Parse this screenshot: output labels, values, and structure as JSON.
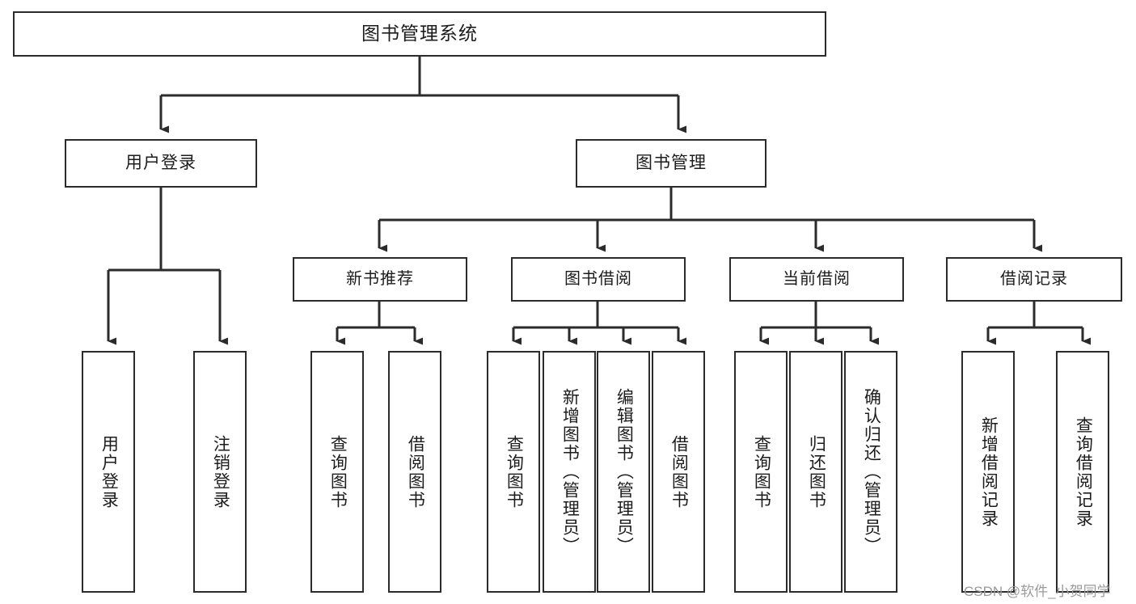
{
  "diagram": {
    "title": "图书管理系统",
    "type": "tree-hierarchy",
    "orientation": "top-down",
    "colors": {
      "box_border": "#2b2b2b",
      "box_fill": "#ffffff",
      "connector": "#2b2b2b",
      "text": "#1c1c1c",
      "watermark": "#9a9a9a"
    }
  },
  "nodes": {
    "root": {
      "label": "图书管理系统"
    },
    "level1": [
      {
        "id": "user-login",
        "label": "用户登录"
      },
      {
        "id": "book-management",
        "label": "图书管理"
      }
    ],
    "level2": [
      {
        "id": "new-book-recommend",
        "label": "新书推荐"
      },
      {
        "id": "book-borrow",
        "label": "图书借阅"
      },
      {
        "id": "current-borrow",
        "label": "当前借阅"
      },
      {
        "id": "borrow-record",
        "label": "借阅记录"
      }
    ],
    "leaves": {
      "user-login": [
        {
          "id": "leaf-user-login",
          "label": "用户登录"
        },
        {
          "id": "leaf-user-logout",
          "label": "注销登录"
        }
      ],
      "new-book-recommend": [
        {
          "id": "leaf-query-book-1",
          "label": "查询图书"
        },
        {
          "id": "leaf-borrow-book-1",
          "label": "借阅图书"
        }
      ],
      "book-borrow": [
        {
          "id": "leaf-query-book-2",
          "label": "查询图书"
        },
        {
          "id": "leaf-add-book",
          "label": "新增图书（管理员）"
        },
        {
          "id": "leaf-edit-book",
          "label": "编辑图书（管理员）"
        },
        {
          "id": "leaf-borrow-book-2",
          "label": "借阅图书"
        }
      ],
      "current-borrow": [
        {
          "id": "leaf-query-book-3",
          "label": "查询图书"
        },
        {
          "id": "leaf-return-book",
          "label": "归还图书"
        },
        {
          "id": "leaf-confirm-return",
          "label": "确认归还（管理员）"
        }
      ],
      "borrow-record": [
        {
          "id": "leaf-add-record",
          "label": "新增借阅记录"
        },
        {
          "id": "leaf-query-record",
          "label": "查询借阅记录"
        }
      ]
    }
  },
  "watermark": {
    "text": "CSDN @软件_小贺同学"
  }
}
